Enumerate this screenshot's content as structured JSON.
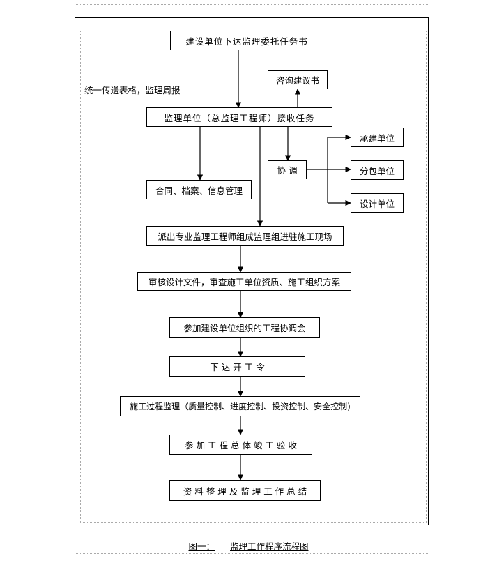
{
  "caption": {
    "figure_no": "图一：",
    "title": "监理工作程序流程图"
  },
  "side_note": "统一传送表格，监理周报",
  "nodes": {
    "n1": "建设单位下达监理委托任务书",
    "n2": "咨询建议书",
    "n3": "监理单位（总监理工程师）接收任务",
    "n4": "承建单位",
    "n5": "协 调",
    "n6": "分包单位",
    "n7": "合同、档案、信息管理",
    "n8": "设计单位",
    "n9": "派出专业监理工程师组成监理组进驻施工现场",
    "n10": "审核设计文件，审查施工单位资质、施工组织方案",
    "n11": "参加建设单位组织的工程协调会",
    "n12": "下 达 开 工 令",
    "n13": "施工过程监理（质量控制、进度控制、投资控制、安全控制)",
    "n14": "参 加 工 程 总 体 竣 工 验 收",
    "n15": "资 料 整 理 及 监 理 工 作 总 结"
  }
}
